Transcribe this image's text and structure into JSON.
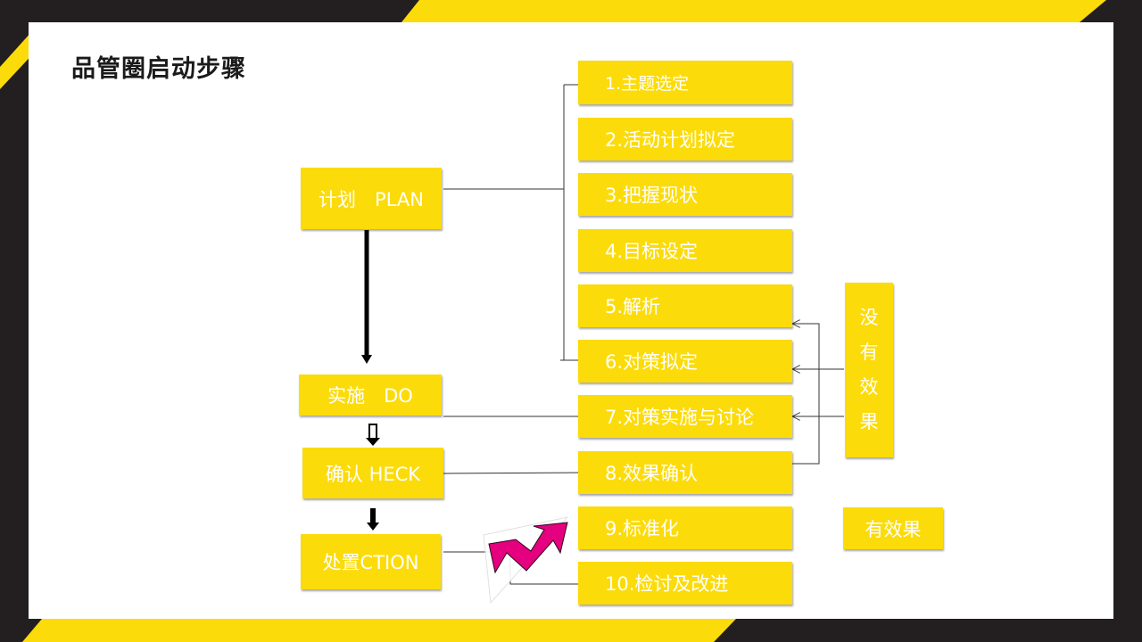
{
  "title": "品管圈启动步骤",
  "phases": {
    "plan": "计划　PLAN",
    "do": "实施　DO",
    "check": "确认 HECK",
    "action": "处置CTION"
  },
  "steps": [
    "1.主题选定",
    "2.活动计划拟定",
    "3.把握现状",
    "4.目标设定",
    "5.解析",
    "6.对策拟定",
    "7.对策实施与讨论",
    "8.效果确认",
    "9.标准化",
    "10.检讨及改进"
  ],
  "no_effect": [
    "没",
    "有",
    "效",
    "果"
  ],
  "effective": "有效果",
  "colors": {
    "yellow": "#fcdb0a",
    "dark": "#231f20",
    "magenta": "#e5007f"
  }
}
